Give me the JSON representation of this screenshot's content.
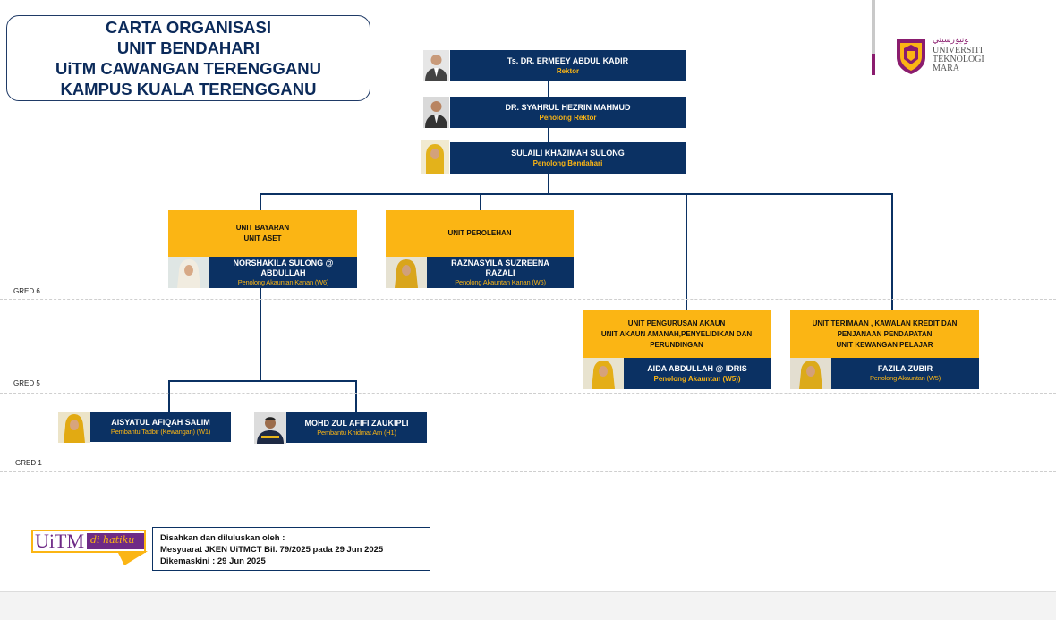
{
  "title": {
    "line1": "CARTA ORGANISASI",
    "line2": "UNIT BENDAHARI",
    "line3": "UiTM CAWANGAN TERENGGANU",
    "line4": "KAMPUS KUALA TERENGGANU"
  },
  "logo": {
    "script": "ﻮنيۏرسيتي",
    "line1": "UNIVERSITI",
    "line2": "TEKNOLOGI",
    "line3": "MARA"
  },
  "top": [
    {
      "name": "Ts. DR. ERMEEY ABDUL KADIR",
      "role": "Rektor"
    },
    {
      "name": "DR. SYAHRUL HEZRIN MAHMUD",
      "role": "Penolong Rektor"
    },
    {
      "name": "SULAILI KHAZIMAH SULONG",
      "role": "Penolong Bendahari"
    }
  ],
  "units": [
    {
      "unit1": "UNIT BAYARAN",
      "unit2": "UNIT ASET",
      "unit3": "",
      "name": "NORSHAKILA SULONG @ ABDULLAH",
      "role": "Penolong Akauntan Kanan (W6)"
    },
    {
      "unit1": "UNIT PEROLEHAN",
      "unit2": "",
      "unit3": "",
      "name": "RAZNASYILA SUZREENA RAZALI",
      "role": "Penolong Akauntan Kanan (W6)"
    },
    {
      "unit1": "UNIT PENGURUSAN AKAUN",
      "unit2": "UNIT AKAUN AMANAH,PENYELIDIKAN DAN",
      "unit3": "PERUNDINGAN",
      "name": "AIDA ABDULLAH @ IDRIS",
      "role": "Penolong Akauntan (W5))"
    },
    {
      "unit1": "UNIT TERIMAAN , KAWALAN KREDIT DAN",
      "unit2": "PENJANAAN PENDAPATAN",
      "unit3": "UNIT KEWANGAN PELAJAR",
      "name": "FAZILA ZUBIR",
      "role": "Penolong Akauntan (W5)"
    }
  ],
  "staff": [
    {
      "name": "AISYATUL AFIQAH SALIM",
      "role": "Pembantu Tadbir (Kewangan) (W1)"
    },
    {
      "name": "MOHD ZUL AFIFI ZAUKIPLI",
      "role": "Pembantu Khidmat Am (H1)"
    }
  ],
  "grades": [
    "GRED 6",
    "GRED 5",
    "GRED 1"
  ],
  "footer_logo": {
    "main": "UiTM",
    "script": "di hatiku"
  },
  "footer": {
    "line1": "Disahkan dan diluluskan oleh :",
    "line2": "Mesyuarat JKEN UiTMCT Bil. 79/2025 pada 29 Jun 2025",
    "line3": "Dikemaskini : 29 Jun 2025"
  },
  "colors": {
    "navy": "#0b3163",
    "gold": "#fbb514",
    "purple": "#8a1c6e"
  }
}
